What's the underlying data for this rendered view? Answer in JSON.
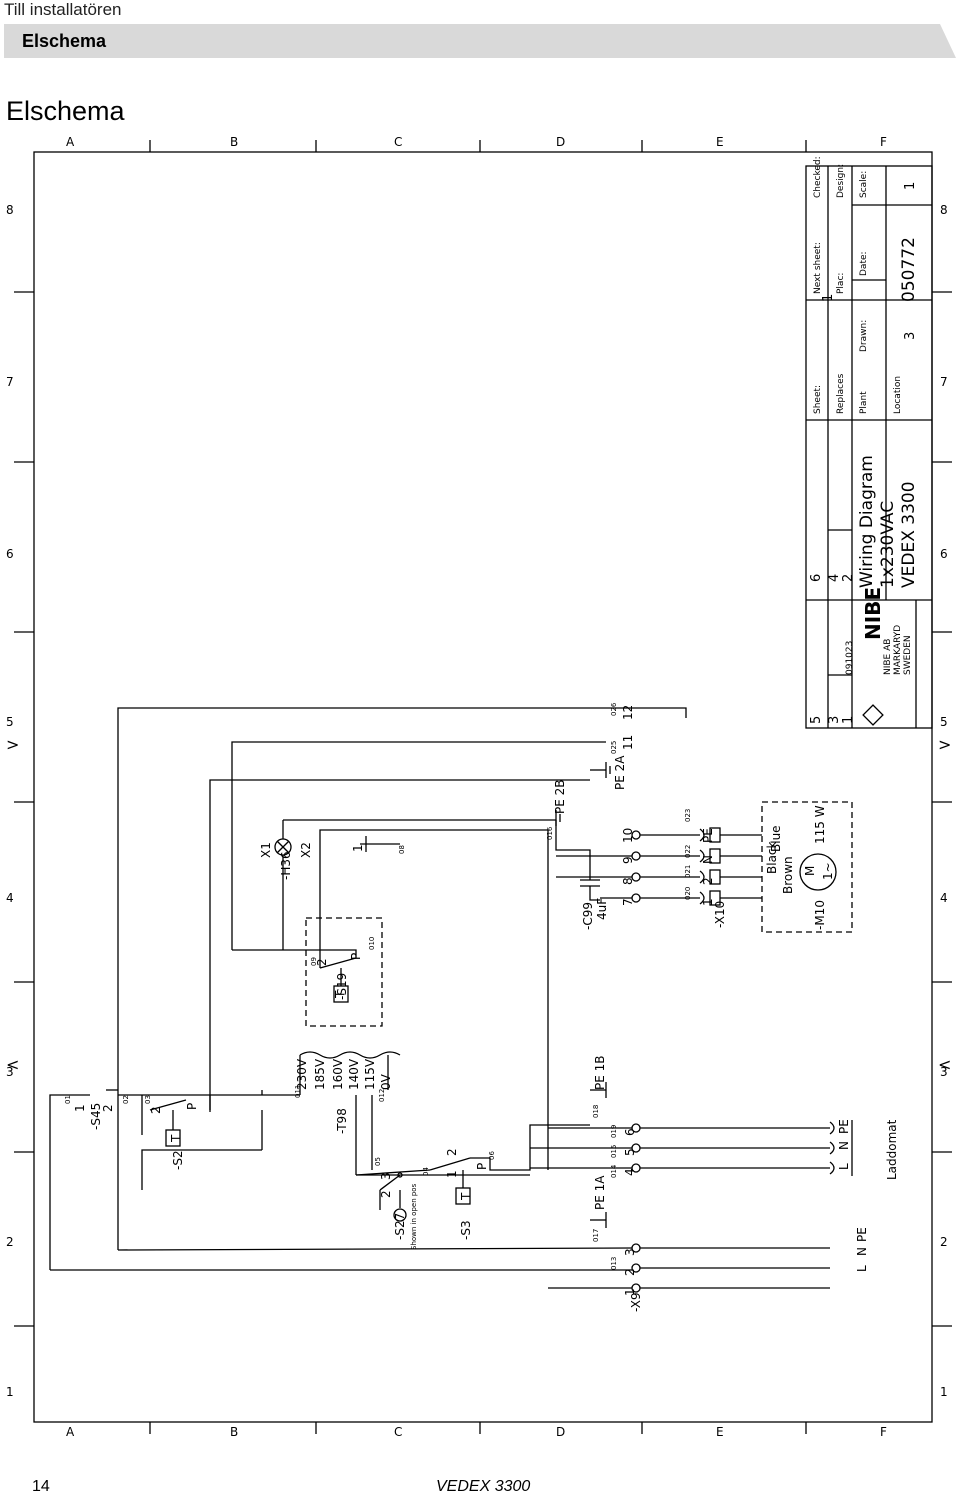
{
  "header": {
    "section": "Till installatören",
    "tab": "Elschema"
  },
  "page_title": "Elschema",
  "frame": {
    "columns": [
      "A",
      "B",
      "C",
      "D",
      "E",
      "F"
    ],
    "rows": [
      "1",
      "2",
      "3",
      "4",
      "5",
      "6",
      "7",
      "8"
    ],
    "marks": [
      "<",
      ">"
    ]
  },
  "title_block": {
    "title_line1": "Wiring Diagram",
    "title_line2": "1x230VAC",
    "title_line3": "VEDEX 3300",
    "next_sheet_label": "Next sheet:",
    "sheet_label": "Sheet:",
    "sheet_value": "1",
    "checked_label": "Checked:",
    "plac_label": "Plac:",
    "replaces_label": "Replaces",
    "design_label": "Design:",
    "plant_label": "Plant",
    "drawn_label": "Drawn:",
    "date_label": "Date:",
    "scale_label": "Scale:",
    "location_label": "Location",
    "location_value": "3",
    "doc_number": "050772",
    "doc_sheet": "1",
    "rev_numbers": [
      "5",
      "3",
      "1"
    ],
    "rev_date": "091023",
    "rev_right": [
      "6",
      "4",
      "2"
    ],
    "company": "NIBE",
    "company_lines": [
      "NIBE AB",
      "MARKARYD",
      "SWEDEN"
    ]
  },
  "components": {
    "s45": "-S45",
    "s2": "-S2",
    "t98": "-T98",
    "s19": "-S19",
    "h36": "-H36",
    "x1": "X1",
    "x2": "X2",
    "s27": "-S27",
    "s27_note": "Shown in open pos",
    "s3": "-S3",
    "x9": "-X9",
    "c99": "-C99",
    "c99_value": "4uF",
    "x10": "-X10",
    "m10": "-M10",
    "motor_power": "115 W",
    "motor_symbol": "M",
    "motor_phase": "1~",
    "pe_1a": "PE 1A",
    "pe_1b": "PE 1B",
    "pe_2a": "PE 2A",
    "pe_2b": "PE 2B",
    "thermo_t": "T",
    "pressure_p": "P",
    "laddomat": "Laddomat",
    "supply": [
      "L",
      "N",
      "PE"
    ]
  },
  "wire_colors": [
    "Brown",
    "Black",
    "Blue"
  ],
  "transformer_taps": [
    "230V",
    "185V",
    "160V",
    "140V",
    "115V",
    "0V"
  ],
  "terminals": {
    "x9": [
      "1",
      "2",
      "3",
      "4",
      "5",
      "6"
    ],
    "x10": [
      "1",
      "2",
      "N",
      "PE"
    ],
    "x10b": [
      "7",
      "8",
      "9",
      "10"
    ],
    "top": [
      "11",
      "12"
    ],
    "mains": [
      "L",
      "N",
      "PE"
    ],
    "switch": [
      "1",
      "2",
      "3",
      "4"
    ],
    "s45": [
      "1",
      "2"
    ]
  },
  "wire_numbers": {
    "w1": "01",
    "w2": "02",
    "w3": "03",
    "w4": "04",
    "w5": "05",
    "w6": "06",
    "w8": "08",
    "w9": "09",
    "w10": "010",
    "w11": "011",
    "w12": "012",
    "w13": "013",
    "w14": "014",
    "w15": "015",
    "w16": "016",
    "w17": "017",
    "w18": "018",
    "w20": "020",
    "w21": "021",
    "w22": "022",
    "w23": "023",
    "w25": "025",
    "w26": "026",
    "w19": "019"
  },
  "footer": {
    "page_number": "14",
    "model": "VEDEX 3300"
  }
}
